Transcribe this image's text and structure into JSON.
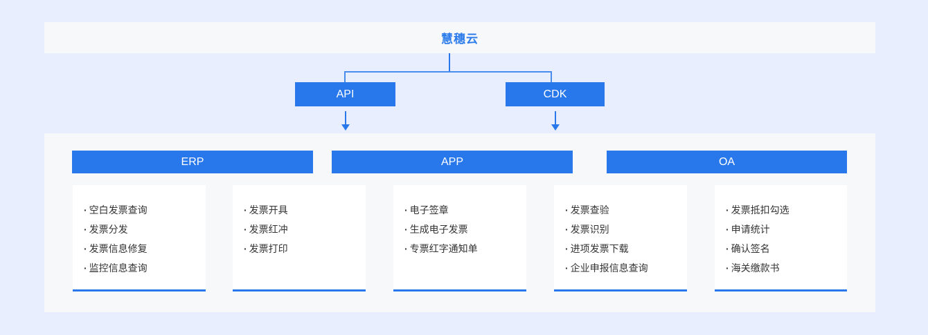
{
  "title": "慧穗云",
  "bullet": "·",
  "interfaces": [
    {
      "label": "API"
    },
    {
      "label": "CDK"
    }
  ],
  "systems": [
    {
      "label": "ERP"
    },
    {
      "label": "APP"
    },
    {
      "label": "OA"
    }
  ],
  "feature_cards": [
    {
      "items": [
        "空白发票查询",
        "发票分发",
        "发票信息修复",
        "监控信息查询"
      ]
    },
    {
      "items": [
        "发票开具",
        "发票红冲",
        "发票打印"
      ]
    },
    {
      "items": [
        "电子签章",
        "生成电子发票",
        "专票红字通知单"
      ]
    },
    {
      "items": [
        "发票查验",
        "发票识别",
        "进项发票下载",
        "企业申报信息查询"
      ]
    },
    {
      "items": [
        "发票抵扣勾选",
        "申请统计",
        "确认签名",
        "海关缴款书"
      ]
    }
  ],
  "colors": {
    "page_bg": "#E8EEFD",
    "panel_bg": "#F7F8FA",
    "primary_blue": "#2878EC",
    "card_bg": "#FFFFFF",
    "text_dark": "#333333"
  }
}
